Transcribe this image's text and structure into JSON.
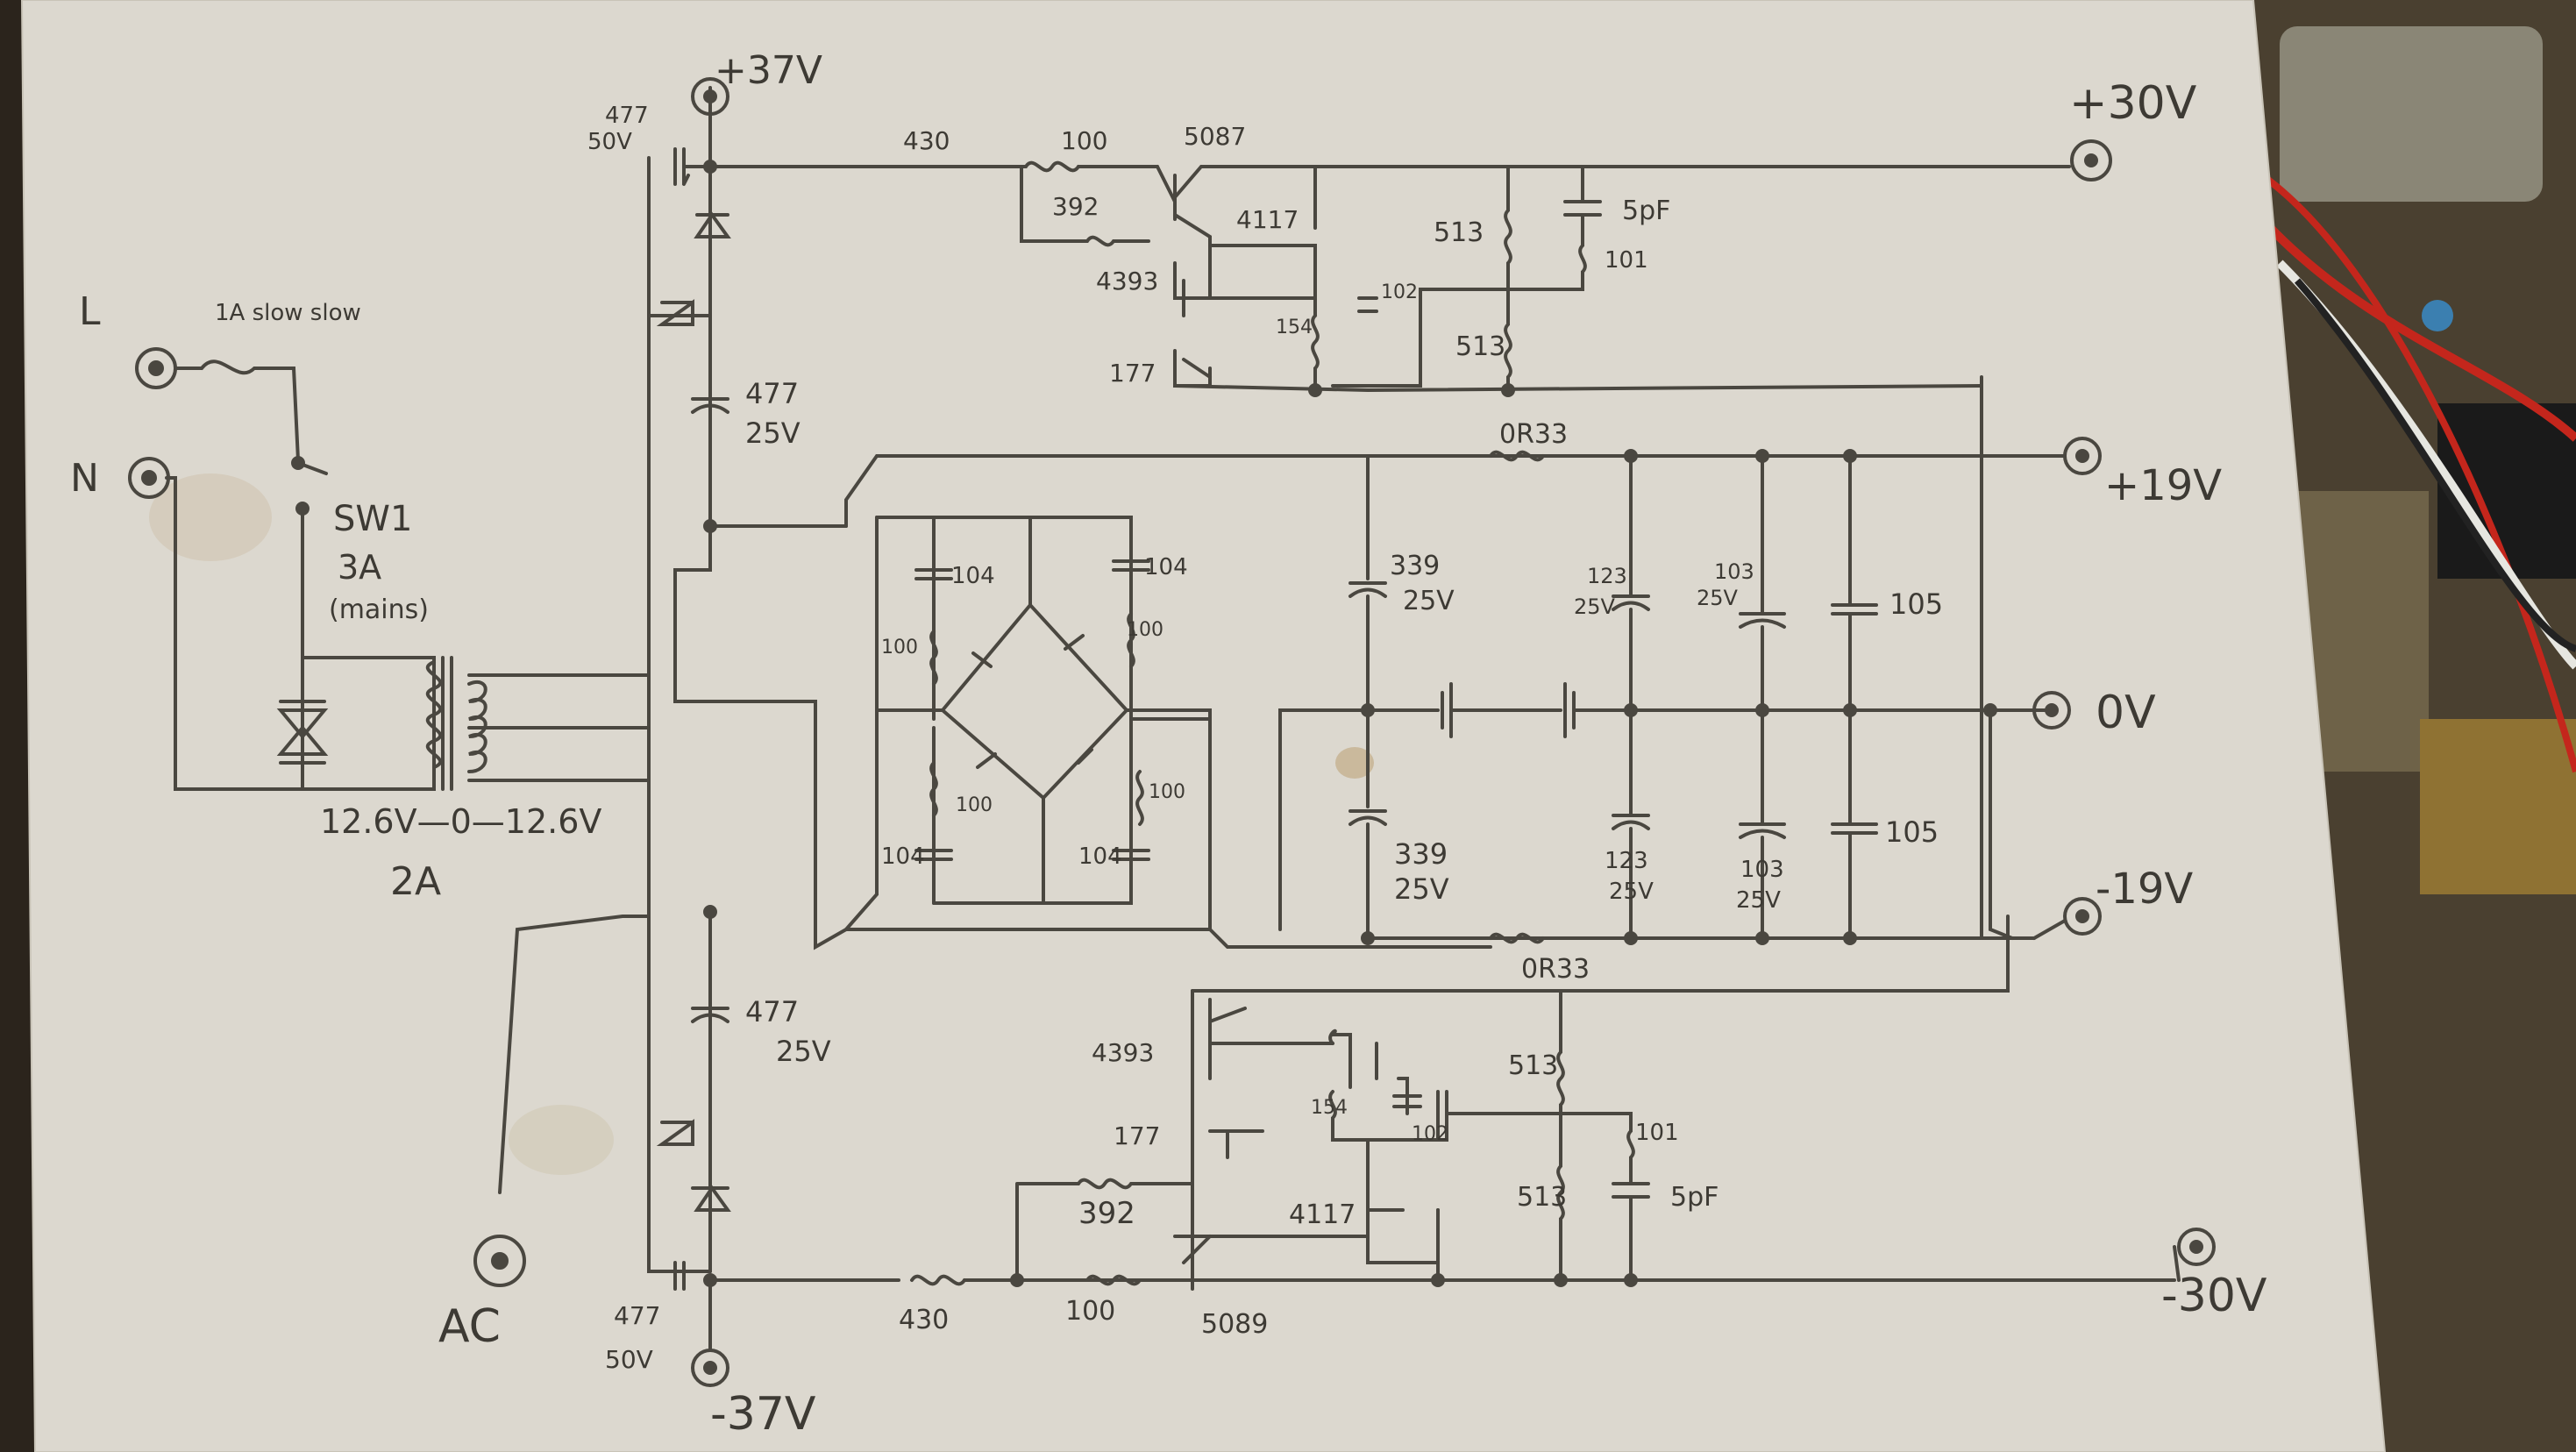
{
  "schematic": {
    "fuse": {
      "ref": "L",
      "rating": "1A slow slow"
    },
    "neutral": {
      "ref": "N"
    },
    "switch": {
      "ref": "SW1",
      "rating": "3A",
      "note": "(mains)"
    },
    "transformer": {
      "secondary": "12.6V—0—12.6V",
      "current": "2A"
    },
    "ac_terminal": "AC",
    "rails": {
      "pos_raw": "+37V",
      "neg_raw": "-37V",
      "pos_out": "+30V",
      "neg_out": "-30V",
      "pos_mid": "+19V",
      "neg_mid": "-19V",
      "gnd": "0V"
    },
    "upper_reg": {
      "cap_in": "477",
      "cap_in_v": "50V",
      "cap_res": "477",
      "cap_res_v": "25V",
      "r_series": "430",
      "r_base": "100",
      "r_bias": "392",
      "q_pass": "5087",
      "q_ref": "4117",
      "q_ctrl": "4393",
      "q_src": "177",
      "r_fb": "154",
      "c_comp": "102",
      "r_div_top": "513",
      "r_div_bot": "513",
      "c_ff": "5pF",
      "r_ff": "101"
    },
    "bridge": {
      "snubber_cap": "104",
      "snubber_res": "100"
    },
    "filter": {
      "r_pos": "0R33",
      "r_neg": "0R33",
      "c_bulk": "339",
      "c_bulk_v": "25V",
      "c_mid": "123",
      "c_mid_v": "25V",
      "c_103": "103",
      "c_103_v": "25V",
      "c_hf": "105"
    },
    "lower_reg": {
      "q_ctrl": "4393",
      "q_src": "177",
      "r_fb": "154",
      "c_comp": "102",
      "r_bias": "392",
      "q_ref": "4117",
      "r_div_top": "513",
      "r_div_bot": "513",
      "r_ff": "101",
      "c_ff": "5pF",
      "r_series": "430",
      "r_base": "100",
      "q_pass": "5089",
      "cap_res": "477",
      "cap_res_v": "25V",
      "cap_in": "477",
      "cap_in_v": "50V"
    }
  }
}
